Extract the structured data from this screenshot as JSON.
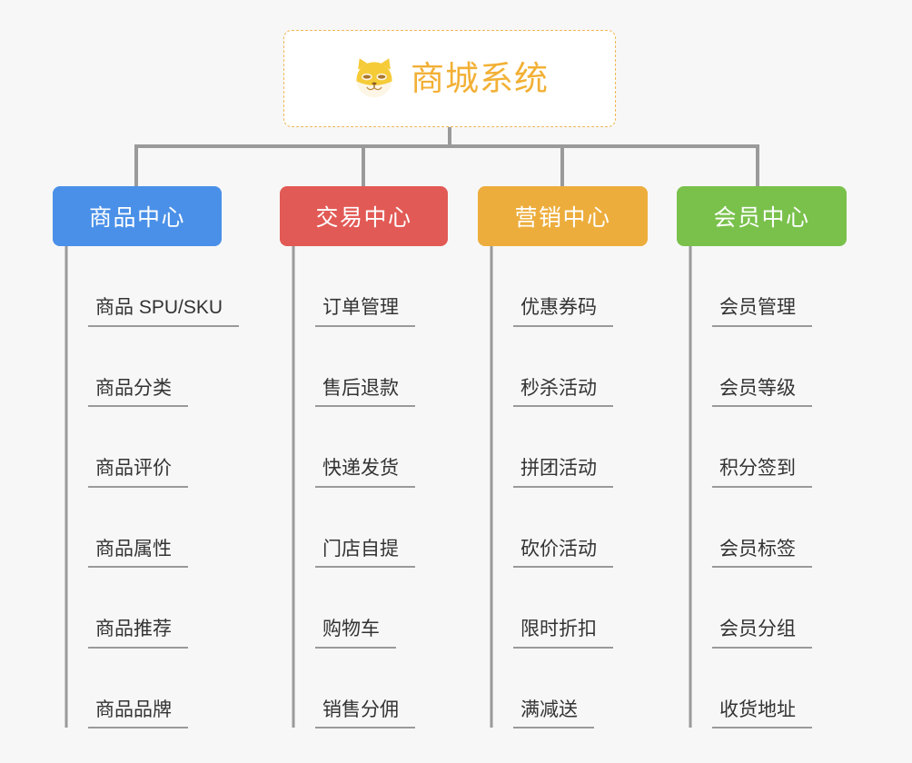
{
  "page": {
    "background_color": "#f7f7f7",
    "line_color": "#9a9a9a",
    "text_color": "#333333"
  },
  "root": {
    "title": "商城系统",
    "icon": "shiba-dog-face-emoji",
    "border_color": "#f0b858",
    "title_color": "#f2b035",
    "background_color": "#ffffff"
  },
  "columns": [
    {
      "title": "商品中心",
      "color": "#4a90e8",
      "items": [
        {
          "label": "商品 SPU/SKU"
        },
        {
          "label": "商品分类"
        },
        {
          "label": "商品评价"
        },
        {
          "label": "商品属性"
        },
        {
          "label": "商品推荐"
        },
        {
          "label": "商品品牌"
        }
      ]
    },
    {
      "title": "交易中心",
      "color": "#e25a55",
      "items": [
        {
          "label": "订单管理"
        },
        {
          "label": "售后退款"
        },
        {
          "label": "快递发货"
        },
        {
          "label": "门店自提"
        },
        {
          "label": "购物车"
        },
        {
          "label": "销售分佣"
        }
      ]
    },
    {
      "title": "营销中心",
      "color": "#edad3c",
      "items": [
        {
          "label": "优惠券码"
        },
        {
          "label": "秒杀活动"
        },
        {
          "label": "拼团活动"
        },
        {
          "label": "砍价活动"
        },
        {
          "label": "限时折扣"
        },
        {
          "label": "满减送"
        }
      ]
    },
    {
      "title": "会员中心",
      "color": "#79c14b",
      "items": [
        {
          "label": "会员管理"
        },
        {
          "label": "会员等级"
        },
        {
          "label": "积分签到"
        },
        {
          "label": "会员标签"
        },
        {
          "label": "会员分组"
        },
        {
          "label": "收货地址"
        }
      ]
    }
  ]
}
